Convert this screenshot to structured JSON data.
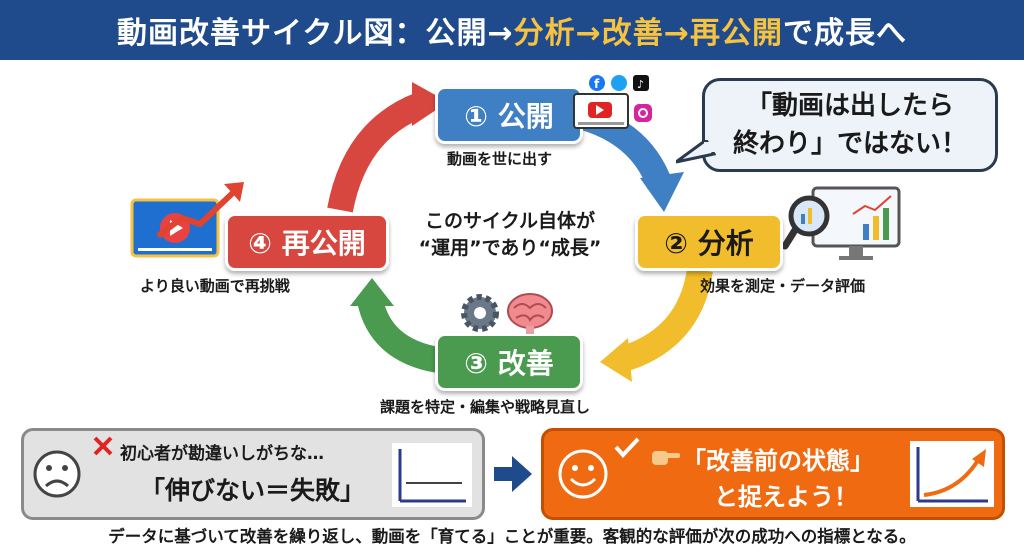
{
  "header": {
    "title_part1": "動画改善サイクル図：公開→",
    "title_part2": "分析→改善→再公開",
    "title_part3": "で成長へ"
  },
  "steps": [
    {
      "label": "① 公開",
      "caption": "動画を世に出す",
      "color": "#3f7fc4"
    },
    {
      "label": "② 分析",
      "caption": "効果を測定・データ評価",
      "color": "#f2bd2c"
    },
    {
      "label": "③ 改善",
      "caption": "課題を特定・編集や戦略見直し",
      "color": "#4a9a4f"
    },
    {
      "label": "④ 再公開",
      "caption": "より良い動画で再挑戦",
      "color": "#d7473f"
    }
  ],
  "center_text": {
    "line1": "このサイクル自体が",
    "line2": "“運用”であり“成長”"
  },
  "bubble": {
    "line1": "「動画は出したら",
    "line2": "終わり」ではない！"
  },
  "misconception": {
    "intro": "初心者が勘違いしがちな…",
    "main": "「伸びない＝失敗」"
  },
  "reframe": {
    "line1": "「改善前の状態」",
    "line2": "と捉えよう！"
  },
  "social_icons": [
    "facebook-icon",
    "twitter-icon",
    "tiktok-icon",
    "instagram-icon"
  ],
  "footer": "データに基づいて改善を繰り返し、動画を「育てる」ことが重要。客観的な評価が次の成功への指標となる。"
}
